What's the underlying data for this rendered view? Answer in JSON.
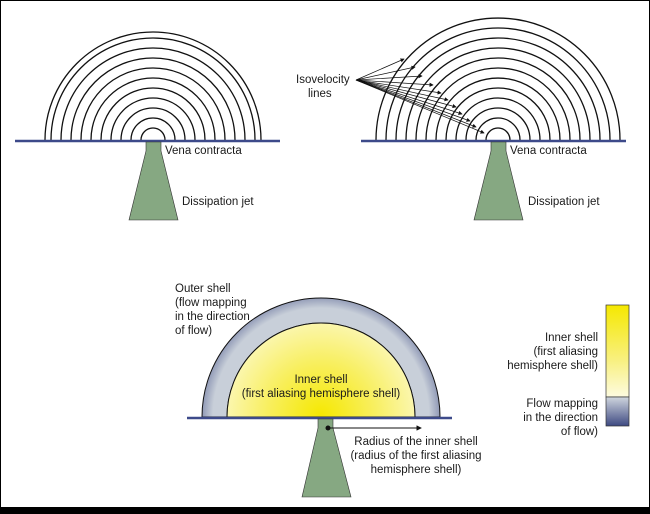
{
  "panels": {
    "top_left": {
      "vena_contracta": "Vena contracta",
      "dissipation_jet": "Dissipation jet"
    },
    "top_right": {
      "isovelocity": [
        "Isovelocity",
        "lines"
      ],
      "vena_contracta": "Vena contracta",
      "dissipation_jet": "Dissipation jet"
    },
    "bottom": {
      "outer_shell": [
        "Outer shell",
        "(flow mapping",
        "in the direction",
        "of flow)"
      ],
      "inner_shell": [
        "Inner shell",
        "(first aliasing hemisphere shell)"
      ],
      "radius": [
        "Radius of the inner shell",
        "(radius of the first aliasing",
        "hemisphere shell)"
      ]
    },
    "legend": {
      "inner_shell": [
        "Inner shell",
        "(first aliasing",
        "hemisphere shell)"
      ],
      "flow_mapping": [
        "Flow mapping",
        "in the direction",
        "of flow)"
      ]
    }
  },
  "colors": {
    "jet": "#86a882",
    "baseline": "#3d4a8a",
    "outer_shell_dark": "#3e4a82",
    "outer_shell_light": "#d0d6de",
    "inner_yellow": "#f5e800",
    "inner_pale": "#fdfbe0"
  }
}
